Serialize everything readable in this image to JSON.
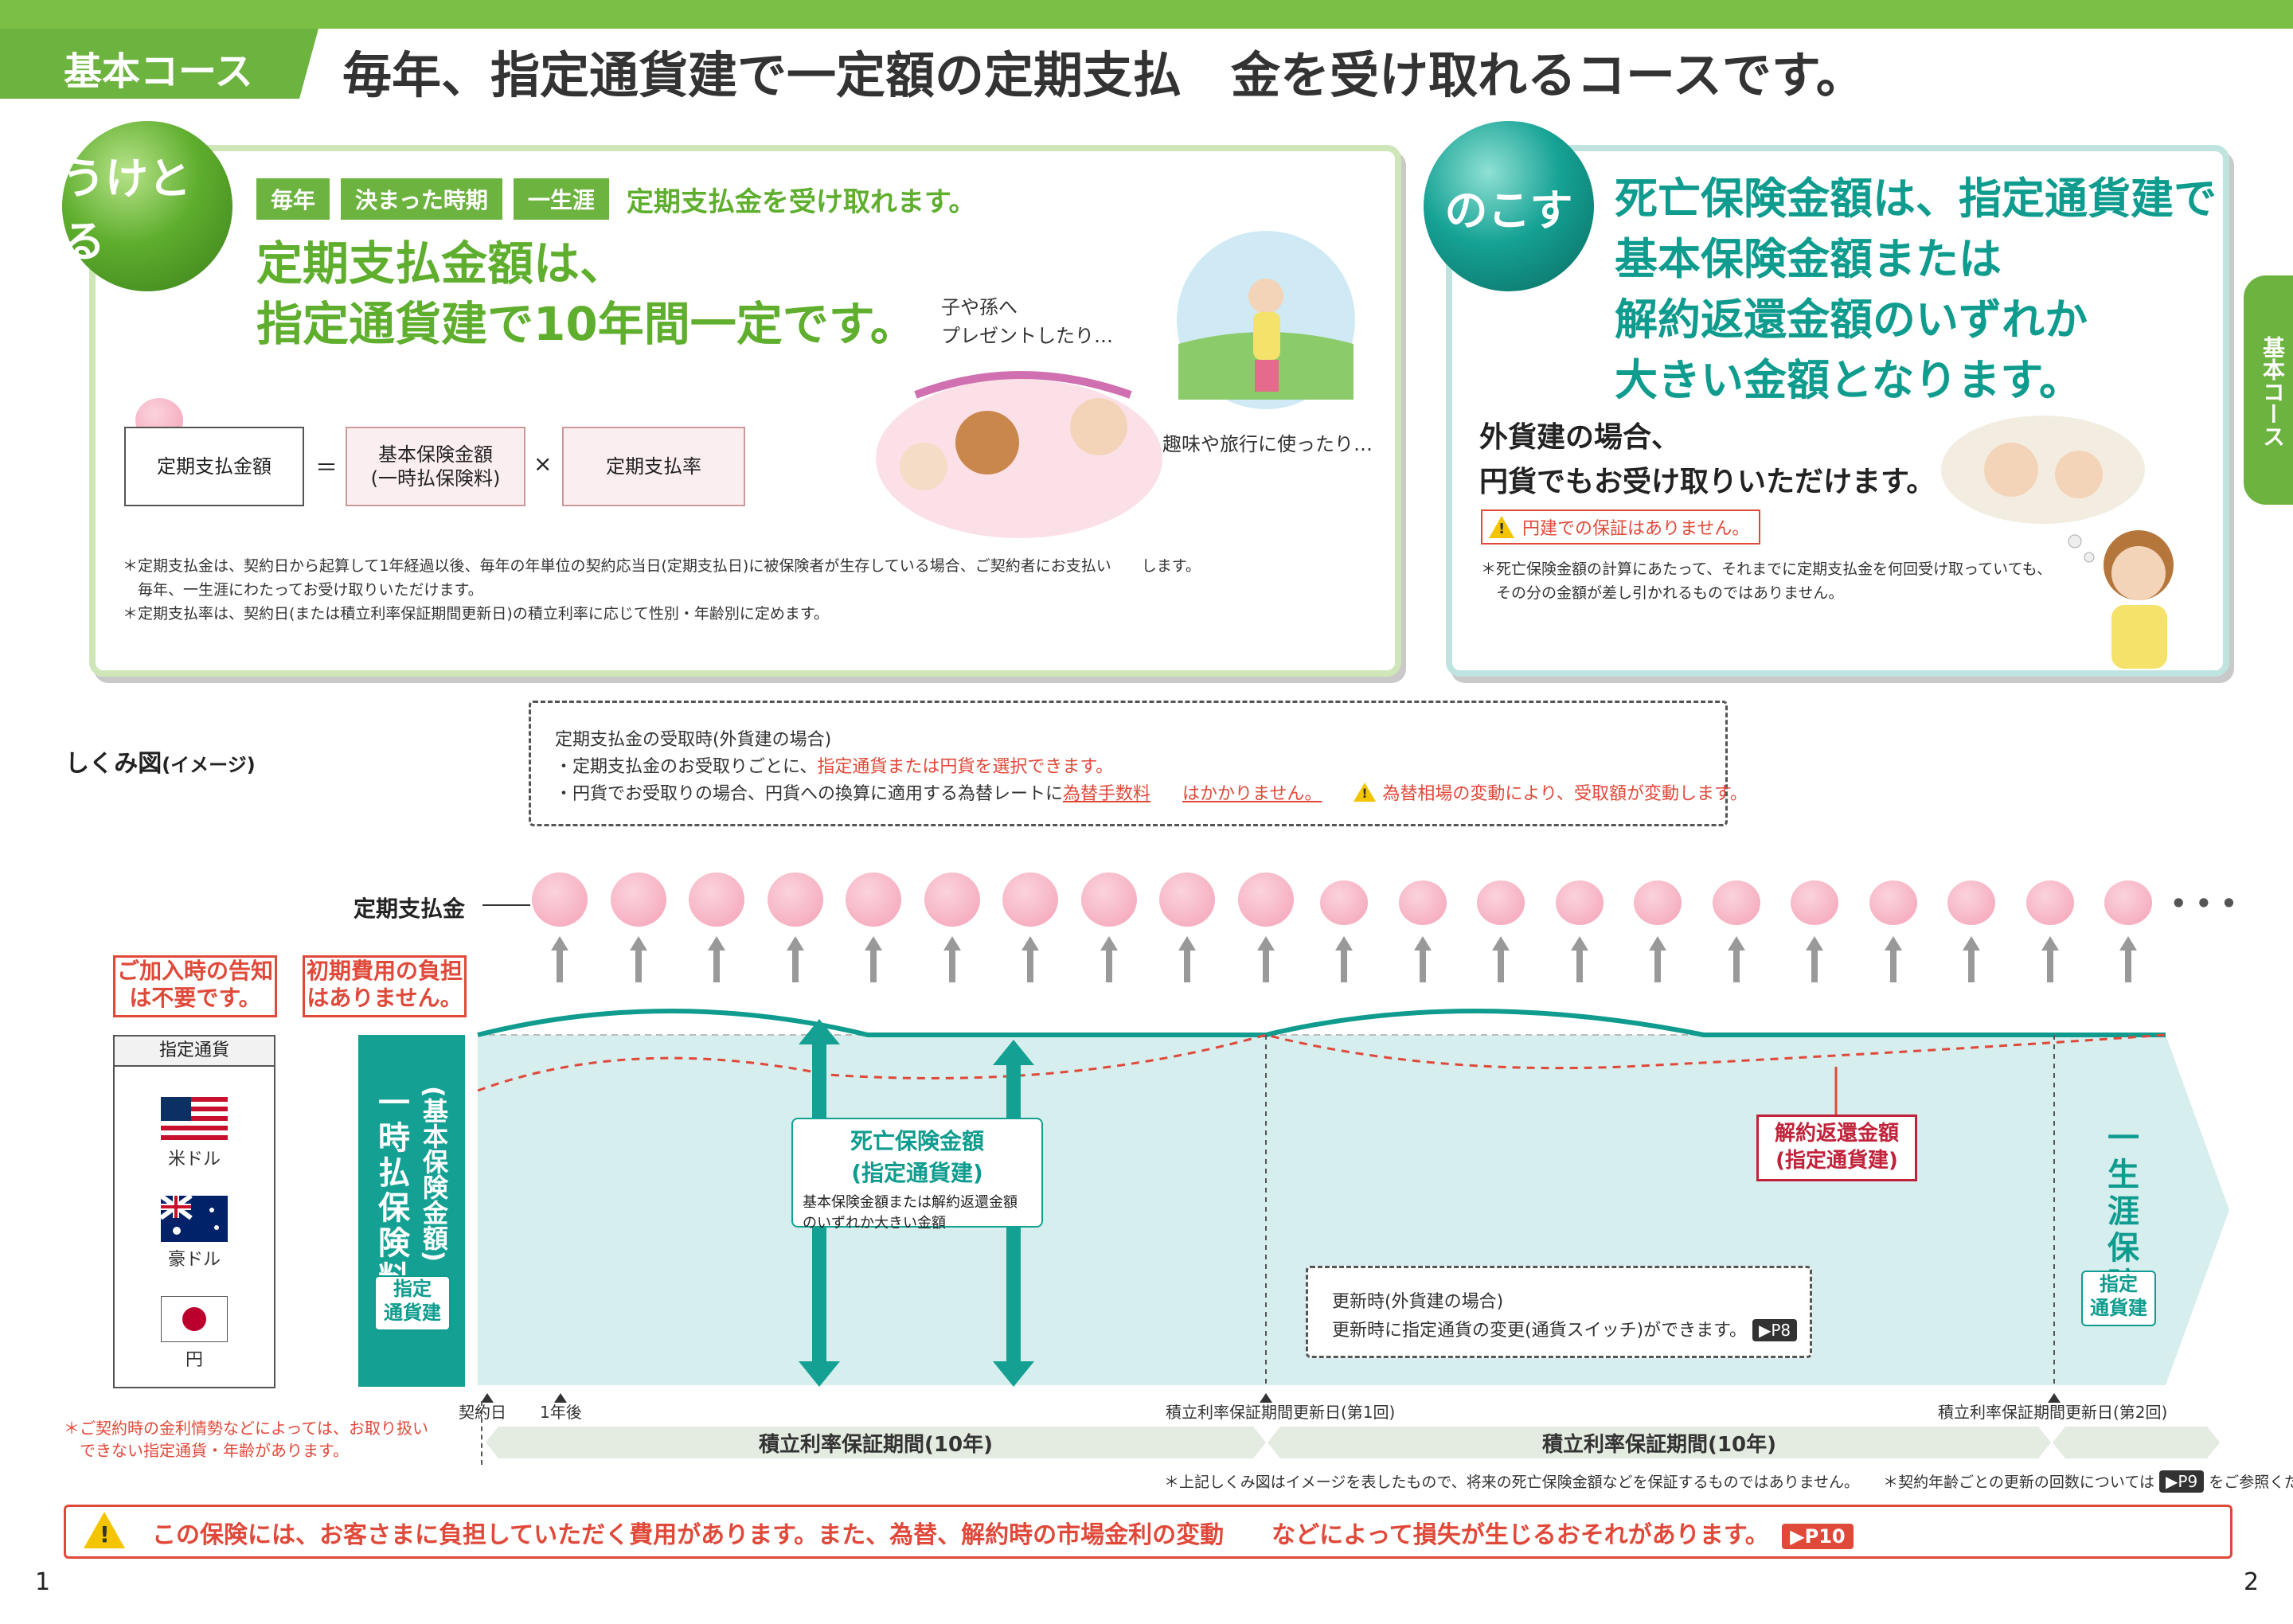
{
  "header": {
    "course_tab": "基本コース",
    "headline": "毎年、指定通貨建で一定額の定期支払　金を受け取れるコースです。"
  },
  "side_tab": "基本コース",
  "left_panel": {
    "ball_label": "うけとる",
    "chips": [
      "毎年",
      "決まった時期",
      "一生涯"
    ],
    "chip_text": "定期支払金を受け取れます。",
    "title_line1": "定期支払金額は、",
    "title_line2": "指定通貨建で10年間一定です。",
    "illus_caption1_line1": "子や孫へ",
    "illus_caption1_line2": "プレゼントしたり…",
    "illus_caption2": "趣味や旅行に使ったり…",
    "formula": {
      "box1": "定期支払金額",
      "eq": "＝",
      "box2_line1": "基本保険金額",
      "box2_line2": "(一時払保険料)",
      "times": "×",
      "box3": "定期支払率"
    },
    "notes": [
      "＊定期支払金は、契約日から起算して1年経過以後、毎年の年単位の契約応当日(定期支払日)に被保険者が生存している場合、ご契約者にお支払い　　します。",
      "　毎年、一生涯にわたってお受け取りいただけます。",
      "＊定期支払率は、契約日(または積立利率保証期間更新日)の積立利率に応じて性別・年齢別に定めます。"
    ]
  },
  "right_panel": {
    "ball_label": "のこす",
    "title_lines": [
      "死亡保険金額は、指定通貨建で",
      "基本保険金額または",
      "解約返還金額のいずれか",
      "大きい金額となります。"
    ],
    "sub_line1": "外貨建の場合、",
    "sub_line2": "円貨でもお受け取りいただけます。",
    "warning": "円建での保証はありません。",
    "notes": [
      "＊死亡保険金額の計算にあたって、それまでに定期支払金を何回受け取っていても、",
      "　その分の金額が差し引かれるものではありません。"
    ]
  },
  "diagram": {
    "title": "しくみ図",
    "title_sub": "(イメージ)",
    "info_box": {
      "title": "定期支払金の受取時(外貨建の場合)",
      "line1_prefix": "・定期支払金のお受取りごとに、",
      "line1_red": "指定通貨または円貨を選択できます。",
      "line2_prefix": "・円貨でお受取りの場合、円貨への換算に適用する為替レートに",
      "line2_red1": "為替手数料",
      "line2_red2": "はかかりません。",
      "line2_warn": "為替相場の変動により、受取額が変動します。"
    },
    "payment_label": "定期支払金",
    "ellipsis": "• • •",
    "callout1_line1": "ご加入時の告知",
    "callout1_line2": "は不要です。",
    "callout2_line1": "初期費用の負担",
    "callout2_line2": "はありません。",
    "currency_box": {
      "title": "指定通貨",
      "items": [
        "米ドル",
        "豪ドル",
        "円"
      ]
    },
    "lump_sum": "一時払保険料",
    "lump_sum_sub": "(基本保険金額)",
    "designated_tag": [
      "指定",
      "通貨建"
    ],
    "death_box": {
      "title_line1": "死亡保険金額",
      "title_line2": "(指定通貨建)",
      "desc_line1": "基本保険金額または解約返還金額",
      "desc_line2": "のいずれか大きい金額"
    },
    "surrender_box_line1": "解約返還金額",
    "surrender_box_line2": "(指定通貨建)",
    "lifetime": "一生涯保障",
    "renewal_box": {
      "title": "更新時(外貨建の場合)",
      "text": "更新時に指定通貨の変更(通貨スイッチ)ができます。",
      "badge": "▶P8"
    },
    "timeline": {
      "contract_day": "契約日",
      "year1": "1年後",
      "renewal1": "積立利率保証期間更新日(第1回)",
      "renewal2": "積立利率保証期間更新日(第2回)",
      "period1": "積立利率保証期間(10年)",
      "period2": "積立利率保証期間(10年)"
    },
    "currency_note_line1": "＊ご契約時の金利情勢などによっては、お取り扱い",
    "currency_note_line2": "　できない指定通貨・年齢があります。",
    "bottom_note_left": "＊上記しくみ図はイメージを表したもので、将来の死亡保険金額などを保証するものではありません。",
    "bottom_note_right_prefix": "＊契約年齢ごとの更新の回数については",
    "bottom_note_badge": "▶P9",
    "bottom_note_right_suffix": "をご参照ください。"
  },
  "warning_bar": {
    "text": "この保険には、お客さまに負担していただく費用があります。また、為替、解約時の市場金利の変動　　などによって損失が生じるおそれがあります。",
    "badge": "▶P10"
  },
  "page_numbers": [
    "1",
    "2"
  ],
  "colors": {
    "green": "#6db33f",
    "teal": "#0f9c8e",
    "pink": "#f4a2b6",
    "red": "#e0493a"
  }
}
